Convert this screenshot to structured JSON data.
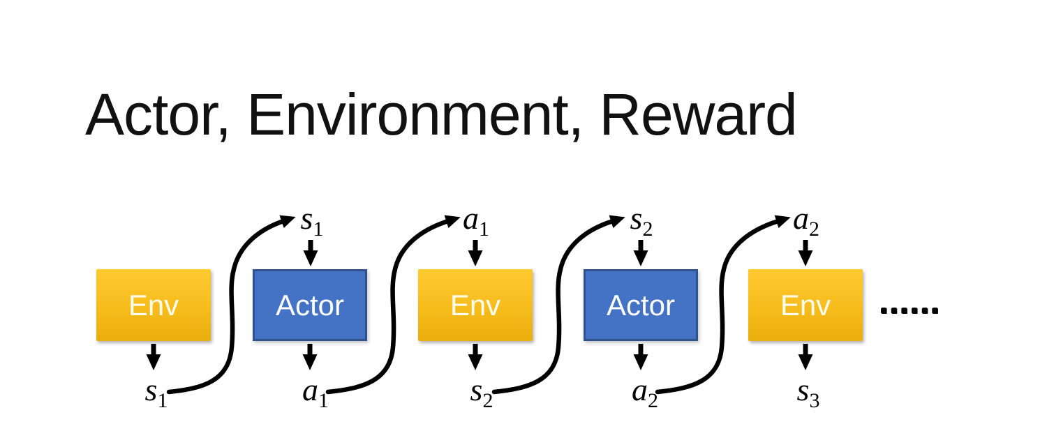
{
  "slide": {
    "title": "Actor, Environment, Reward",
    "background": "#ffffff"
  },
  "diagram": {
    "boxes": [
      {
        "id": "env-1",
        "label": "Env",
        "type": "env"
      },
      {
        "id": "actor-1",
        "label": "Actor",
        "type": "actor"
      },
      {
        "id": "env-2",
        "label": "Env",
        "type": "env"
      },
      {
        "id": "actor-2",
        "label": "Actor",
        "type": "actor"
      },
      {
        "id": "env-3",
        "label": "Env",
        "type": "env"
      }
    ],
    "top_labels": [
      {
        "base": "s",
        "sub": "1"
      },
      {
        "base": "a",
        "sub": "1"
      },
      {
        "base": "s",
        "sub": "2"
      },
      {
        "base": "a",
        "sub": "2"
      }
    ],
    "bottom_labels": [
      {
        "base": "s",
        "sub": "1"
      },
      {
        "base": "a",
        "sub": "1"
      },
      {
        "base": "s",
        "sub": "2"
      },
      {
        "base": "a",
        "sub": "2"
      },
      {
        "base": "s",
        "sub": "3"
      }
    ],
    "ellipsis": "……",
    "flow": [
      "Env outputs s1",
      "s1 feeds Actor",
      "Actor outputs a1",
      "a1 feeds Env",
      "Env outputs s2",
      "s2 feeds Actor",
      "Actor outputs a2",
      "a2 feeds Env",
      "Env outputs s3"
    ],
    "colors": {
      "env_gradient_top": "#FFC930",
      "env_gradient_bottom": "#E9AE0C",
      "env_text": "#FFFDF0",
      "actor_fill": "#4472C4",
      "actor_border": "#2F528F",
      "actor_text": "#FFFFFF",
      "arrow": "#000000",
      "title_text": "#111111"
    }
  }
}
